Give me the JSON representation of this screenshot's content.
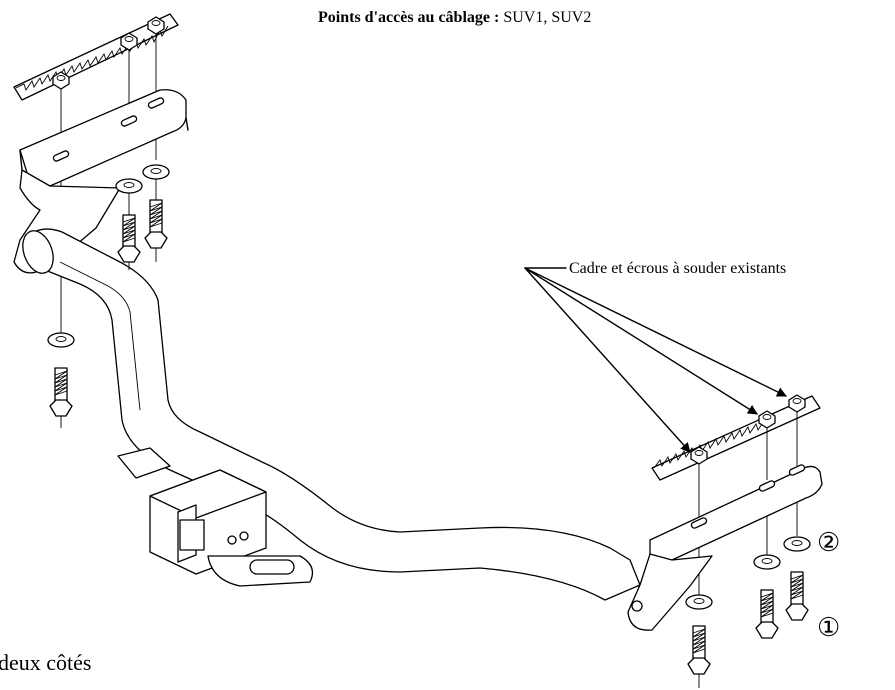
{
  "wiring_access": {
    "label": "Points d'accès au câblage :",
    "value": "SUV1, SUV2"
  },
  "callout": {
    "text": "Cadre et écrous à souder existants"
  },
  "part_markers": {
    "part_1": "①",
    "part_2": "②"
  },
  "bottom_note": "deux côtés"
}
